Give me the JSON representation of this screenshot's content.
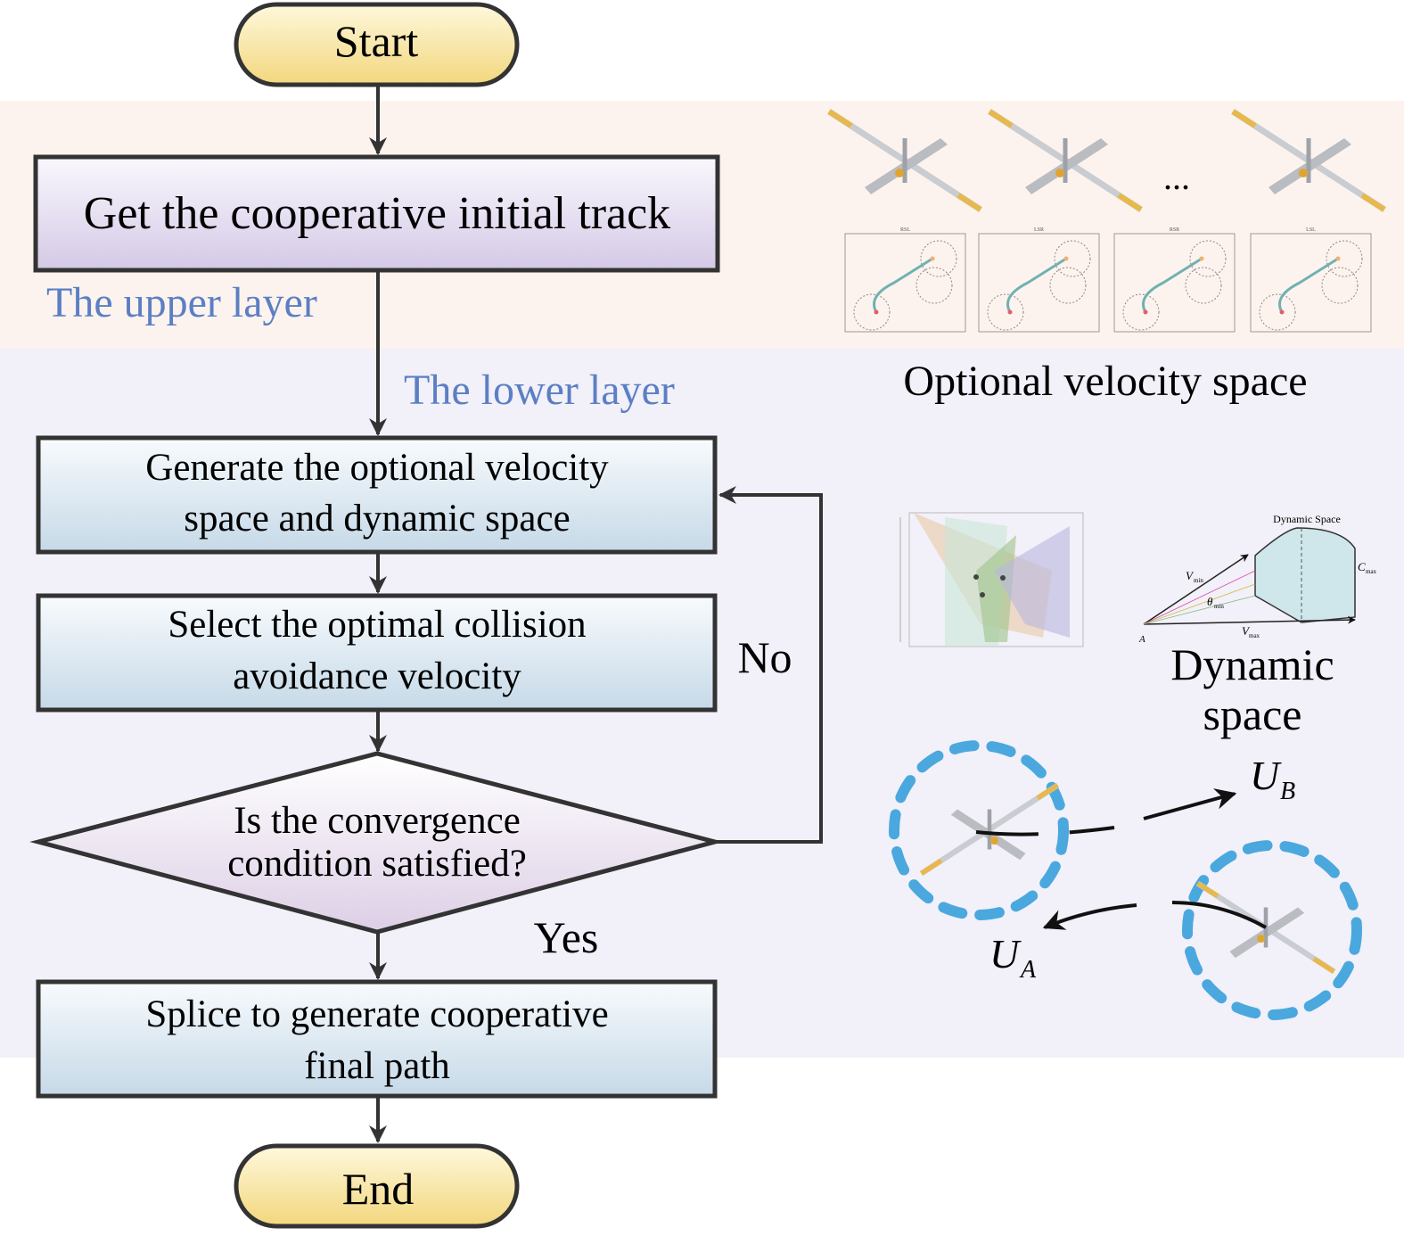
{
  "flow": {
    "start": "Start",
    "step1": "Get the cooperative initial track",
    "upper_layer": "The upper layer",
    "lower_layer": "The lower layer",
    "step2": [
      "Generate the optional velocity",
      "space and dynamic space"
    ],
    "step3": [
      "Select the optimal collision",
      "avoidance velocity"
    ],
    "decision": [
      "Is the convergence",
      "condition satisfied?"
    ],
    "no": "No",
    "yes": "Yes",
    "step4": [
      "Splice to generate cooperative",
      "final path"
    ],
    "end": "End"
  },
  "illustrations": {
    "ellipsis": "...",
    "plot_titles": [
      "RSL",
      "LSR",
      "RSR",
      "LSL"
    ],
    "optional_velocity_label": "Optional velocity space",
    "dynamic_space_small": "Dynamic Space",
    "v_min": "V",
    "v_min_sub": "min",
    "theta_min": "θ",
    "theta_sub": "min",
    "v_max": "V",
    "v_max_sub": "max",
    "c_max": "C",
    "c_max_sub": "max",
    "point_a": "A",
    "dynamic_space_label": [
      "Dynamic",
      "space"
    ],
    "ub": "U",
    "ub_sub": "B",
    "ua": "U",
    "ua_sub": "A"
  },
  "colors": {
    "upper_band": "#fdf3ee",
    "lower_band": "#f2f0f8",
    "layer_text": "#5b7fc4",
    "pill": "#f5e08f",
    "circle_dash": "#4aa8de",
    "path": "#6fb2b0"
  }
}
